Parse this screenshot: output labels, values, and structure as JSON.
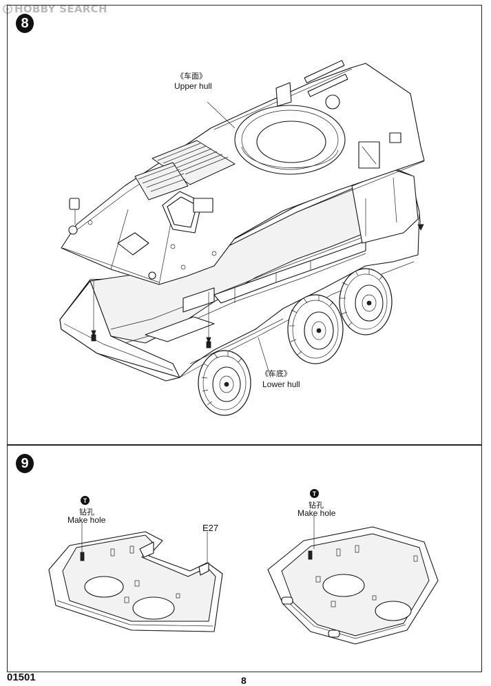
{
  "watermark": {
    "text": "HOBBY SEARCH"
  },
  "step8": {
    "number": "8",
    "upper_hull_cn": "《车面》",
    "upper_hull_en": "Upper hull",
    "lower_hull_cn": "《车底》",
    "lower_hull_en": "Lower hull"
  },
  "step9": {
    "number": "9",
    "left_hole": {
      "icon": "T",
      "cn": "钻孔",
      "en": "Make hole"
    },
    "right_hole": {
      "icon": "T",
      "cn": "钻孔",
      "en": "Make hole"
    },
    "part_label": "E27"
  },
  "footer": {
    "code": "01501",
    "page": "8"
  }
}
